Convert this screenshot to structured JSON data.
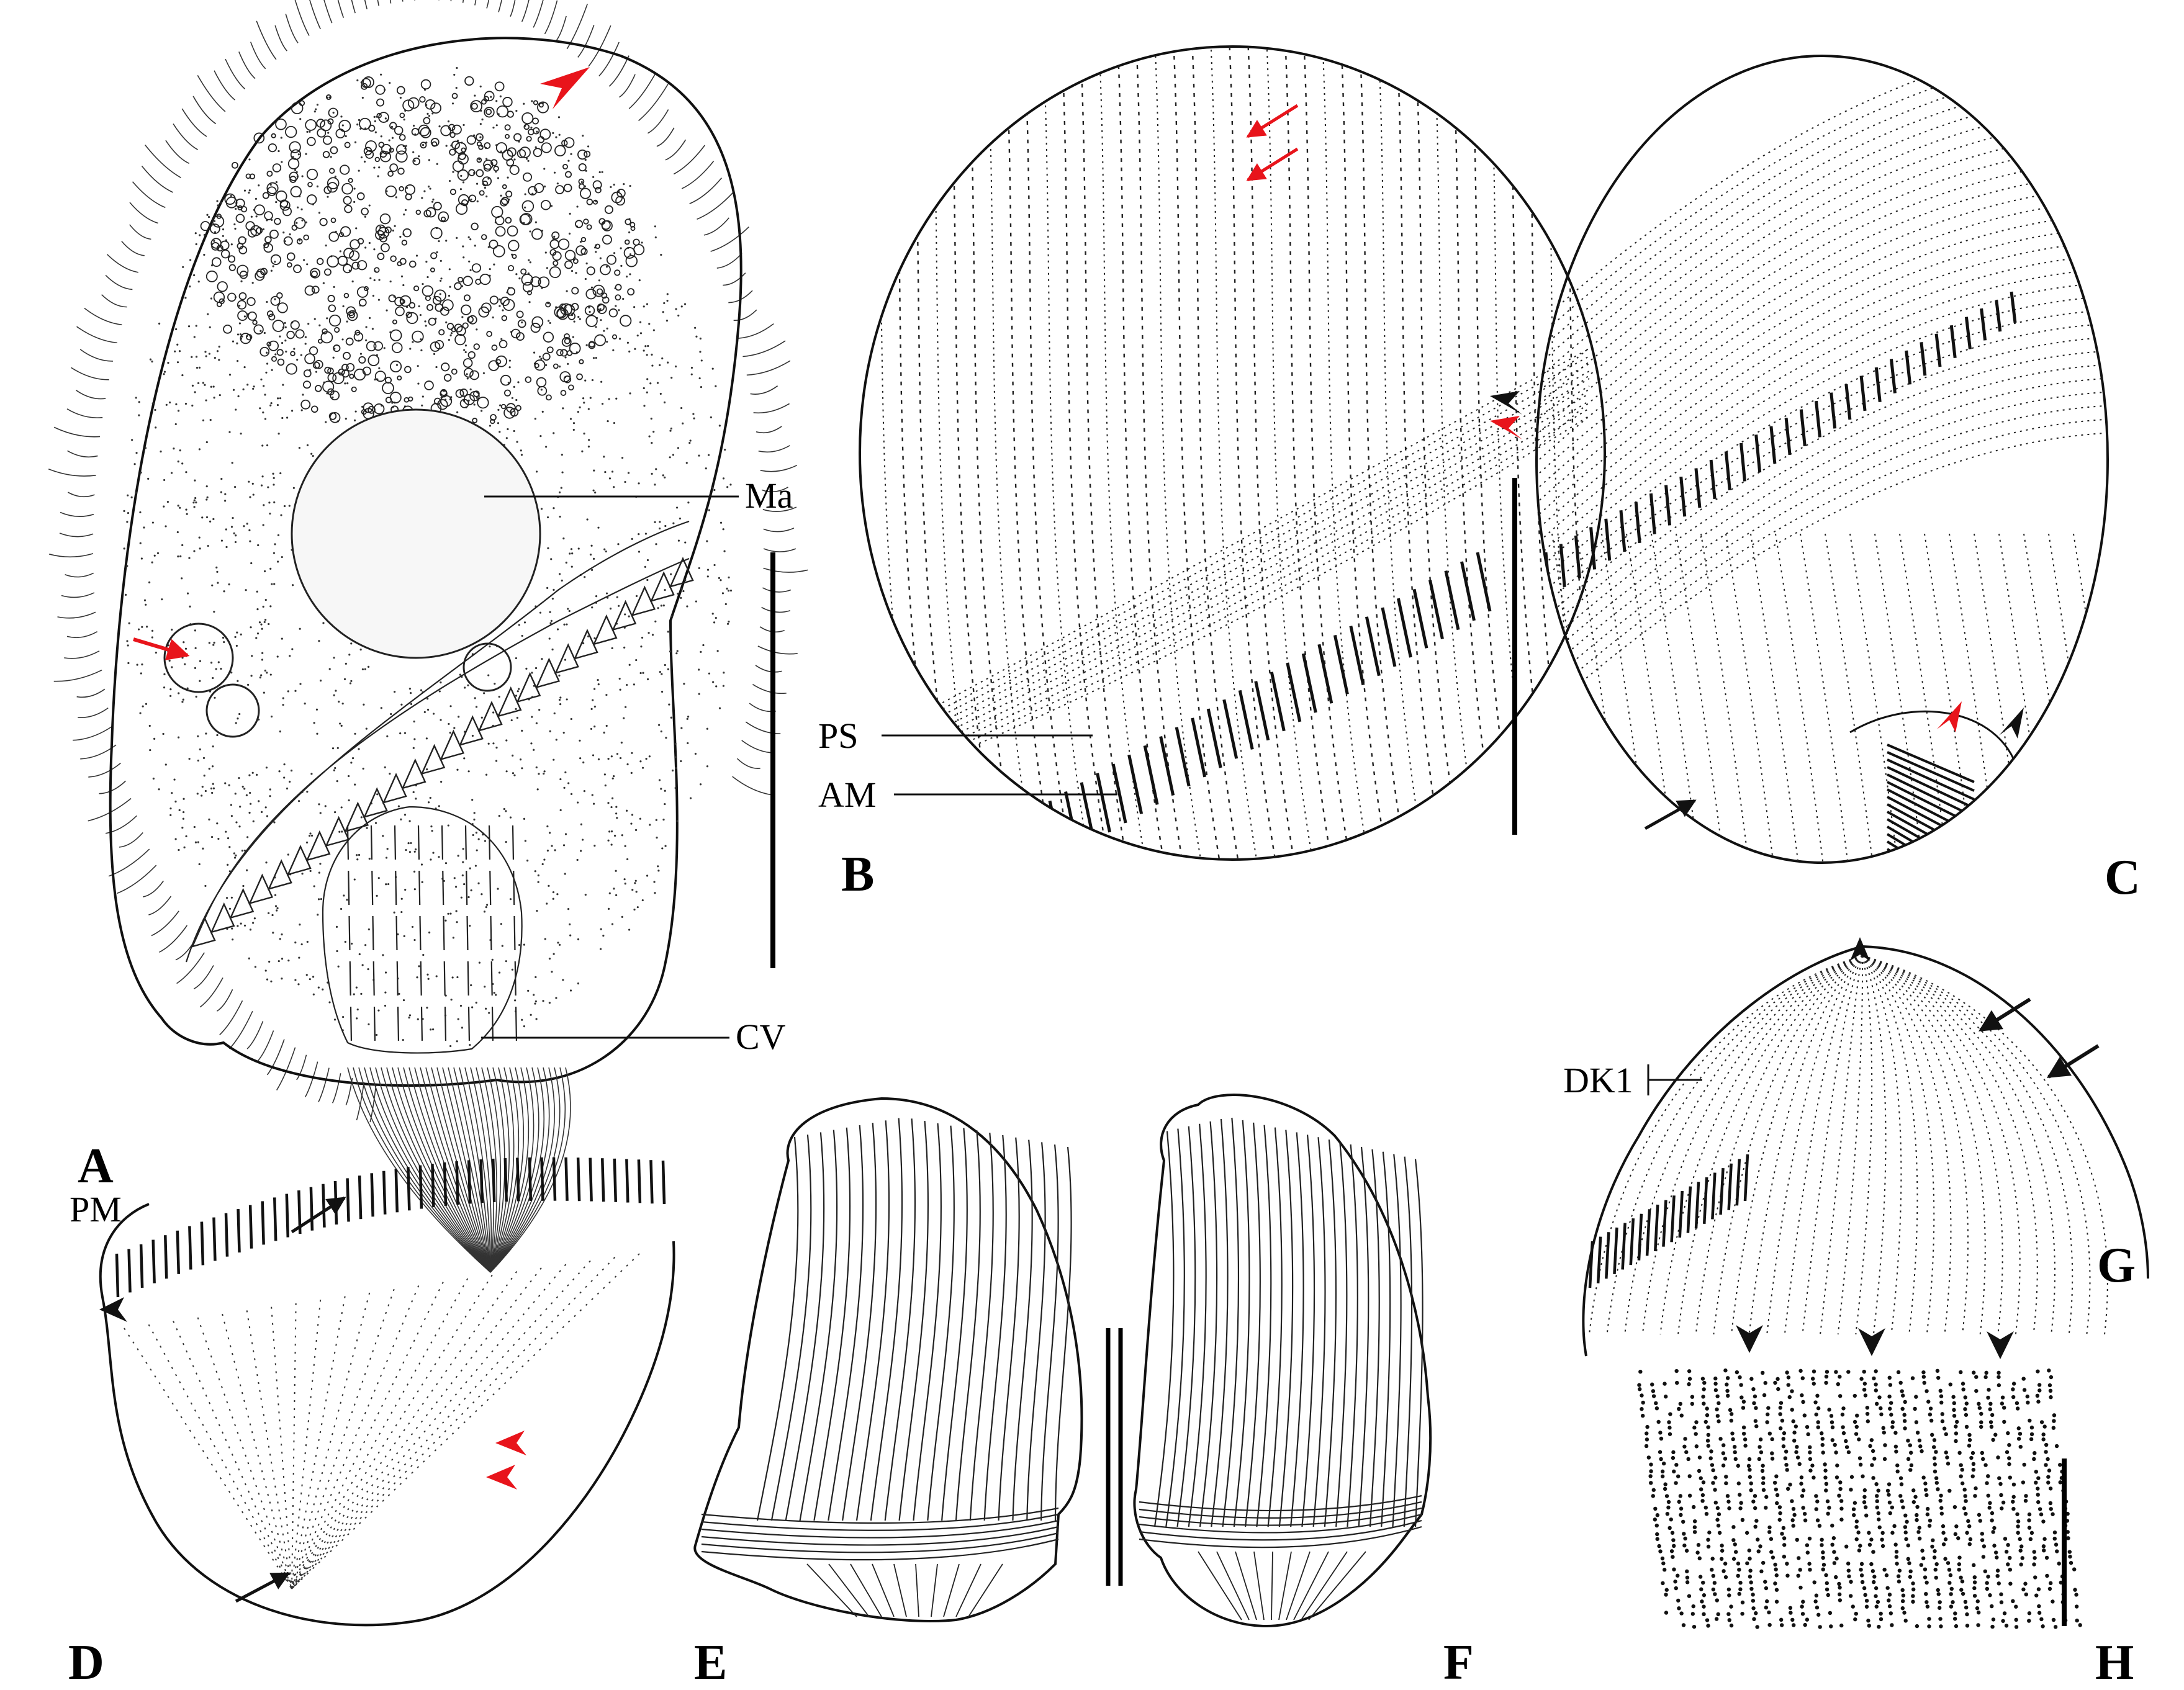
{
  "figure": {
    "panels": [
      {
        "id": "A",
        "letter": "A"
      },
      {
        "id": "B",
        "letter": "B"
      },
      {
        "id": "C",
        "letter": "C"
      },
      {
        "id": "D",
        "letter": "D"
      },
      {
        "id": "E",
        "letter": "E"
      },
      {
        "id": "F",
        "letter": "F"
      },
      {
        "id": "G",
        "letter": "G"
      },
      {
        "id": "H",
        "letter": "H"
      }
    ],
    "callouts": {
      "ma": "Ma",
      "cv": "CV",
      "ps": "PS",
      "am": "AM",
      "pm": "PM",
      "dk1": "DK1"
    },
    "colors": {
      "line": "#111111",
      "marker_red": "#e8141b",
      "marker_black": "#111111",
      "background": "#ffffff"
    }
  }
}
